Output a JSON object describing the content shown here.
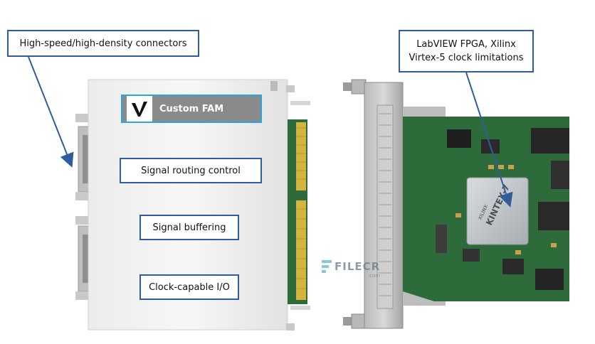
{
  "callouts": {
    "connectors": "High-speed/high-density connectors",
    "fpga_line1": "LabVIEW FPGA, Xilinx",
    "fpga_line2": "Virtex-5 clock limitations"
  },
  "module": {
    "badge": "Custom FAM",
    "features": {
      "routing": "Signal routing control",
      "buffering": "Signal buffering",
      "clock": "Clock-capable I/O"
    }
  },
  "board": {
    "chip_brand": "XILINX",
    "chip_name": "KINTEX-7"
  },
  "watermark": {
    "text": "FILECR",
    "sub": ".com"
  },
  "colors": {
    "callout_border": "#2f5d9a",
    "arrow": "#2f5d9a",
    "badge_bg": "#8a8a8a",
    "badge_border": "#29a6e0",
    "pcb": "#2e6b3a",
    "gold": "#d4b43a"
  }
}
